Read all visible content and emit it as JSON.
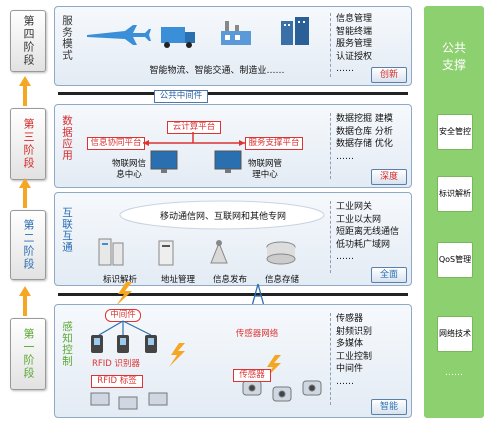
{
  "stages": {
    "s4": "第四阶段",
    "s3": "第三阶段",
    "s2": "第二阶段",
    "s1": "第一阶段"
  },
  "layers": {
    "service": {
      "label": "服务模式",
      "caption": "智能物流、智能交通、制造业……",
      "list": [
        "信息管理",
        "智能终端",
        "服务管理",
        "认证授权",
        "……"
      ],
      "tag": "创新"
    },
    "data": {
      "label": "数据应用",
      "public_middleware": "公共中间件",
      "cloud": "云计算平台",
      "info_platform": "信息协同平台",
      "service_platform": "服务支撑平台",
      "center1": "物联网信息中心",
      "center2": "物联网管理中心",
      "list": [
        "数据挖掘  建模",
        "数据仓库  分析",
        "数据存储  优化",
        "……"
      ],
      "tag": "深度"
    },
    "network": {
      "label": "互联互通",
      "caption": "移动通信网、互联网和其他专网",
      "items": [
        "标识解析",
        "地址管理",
        "信息发布",
        "信息存储"
      ],
      "list": [
        "工业网关",
        "工业以太网",
        "短距离无线通信",
        "低功耗广域网",
        "……"
      ],
      "tag": "全面"
    },
    "sense": {
      "label": "感知控制",
      "middleware": "中间件",
      "rfid_reader": "RFID 识别器",
      "rfid_tag": "RFID 标签",
      "sensor_net": "传感器网络",
      "sensor": "传感器",
      "list": [
        "传感器",
        "射频识别",
        "多媒体",
        "工业控制",
        "中间件",
        "……"
      ],
      "tag": "智能"
    }
  },
  "public": {
    "title": "公共支撑",
    "items": [
      "安全管控",
      "标识解析",
      "QoS管理",
      "网络技术"
    ],
    "more": "……"
  },
  "colors": {
    "stage3_text": "#d42a2a",
    "stage2_text": "#2b6fb5",
    "stage1_text": "#5aa832",
    "public_bg": "#8dd06f",
    "arrow": "#f5a623"
  }
}
